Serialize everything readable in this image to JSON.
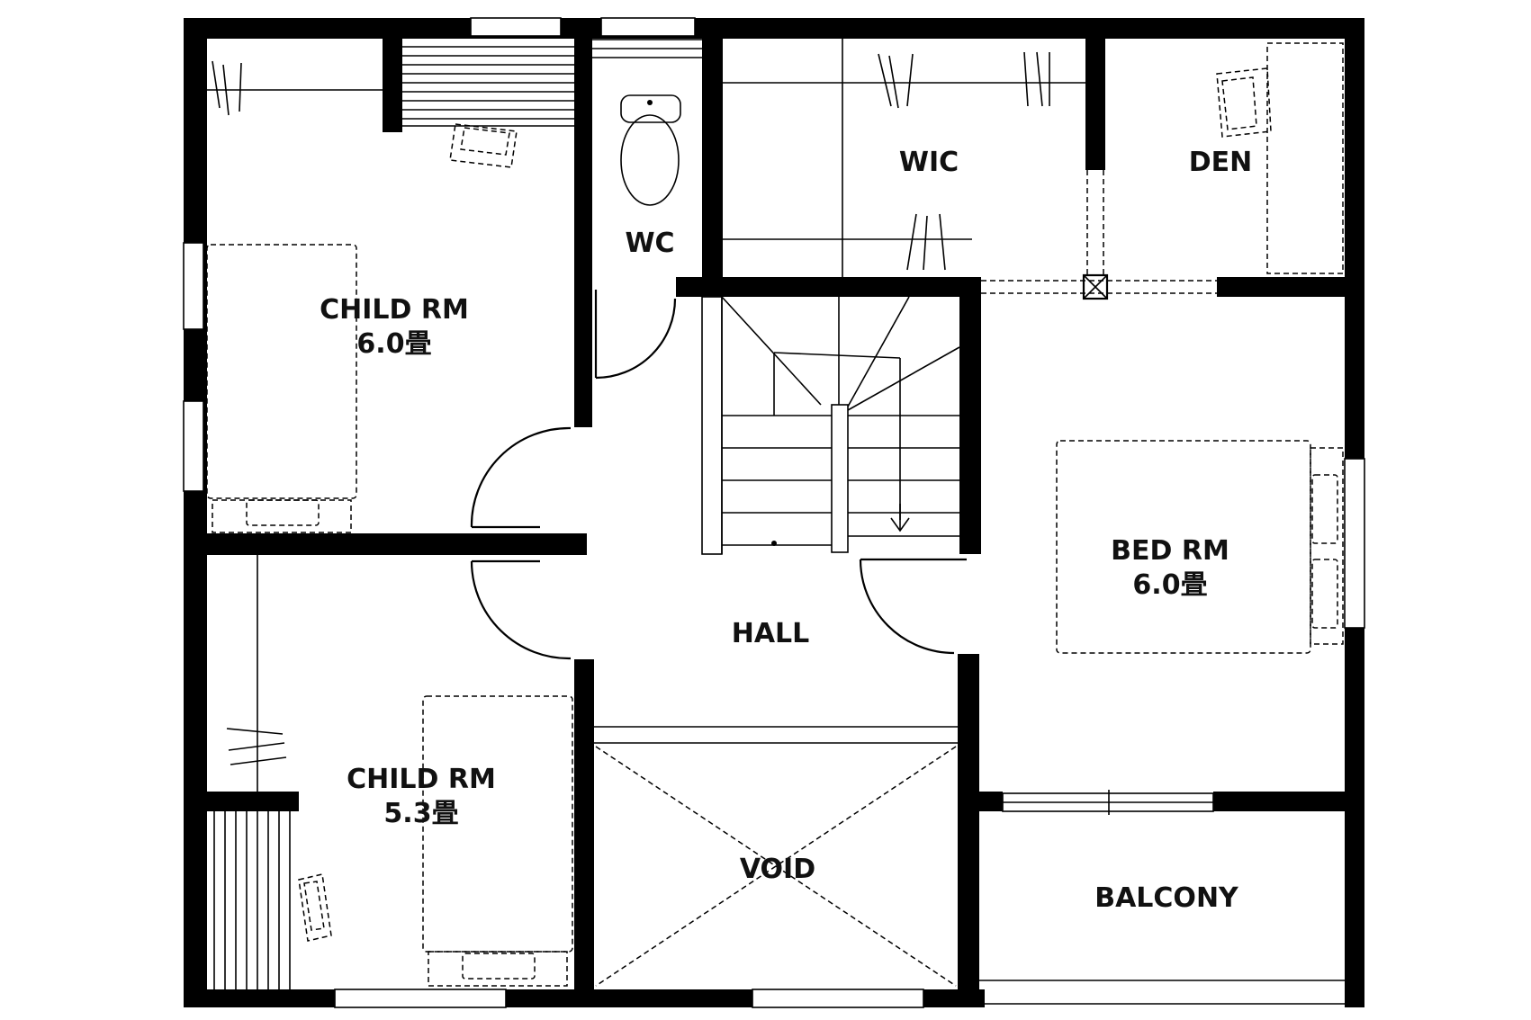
{
  "colors": {
    "wall": "#000000",
    "background": "#ffffff",
    "text": "#111111"
  },
  "rooms": {
    "child_rm_1": {
      "name": "CHILD RM",
      "size": "6.0畳"
    },
    "wc": {
      "name": "WC"
    },
    "wic": {
      "name": "WIC"
    },
    "den": {
      "name": "DEN"
    },
    "bed_rm": {
      "name": "BED RM",
      "size": "6.0畳"
    },
    "hall": {
      "name": "HALL"
    },
    "child_rm_2": {
      "name": "CHILD RM",
      "size": "5.3畳"
    },
    "void": {
      "name": "VOID"
    },
    "balcony": {
      "name": "BALCONY"
    }
  },
  "icons": [
    "toilet-icon",
    "stair-arrow-icon",
    "vent-icon",
    "desk-chair-icon"
  ]
}
